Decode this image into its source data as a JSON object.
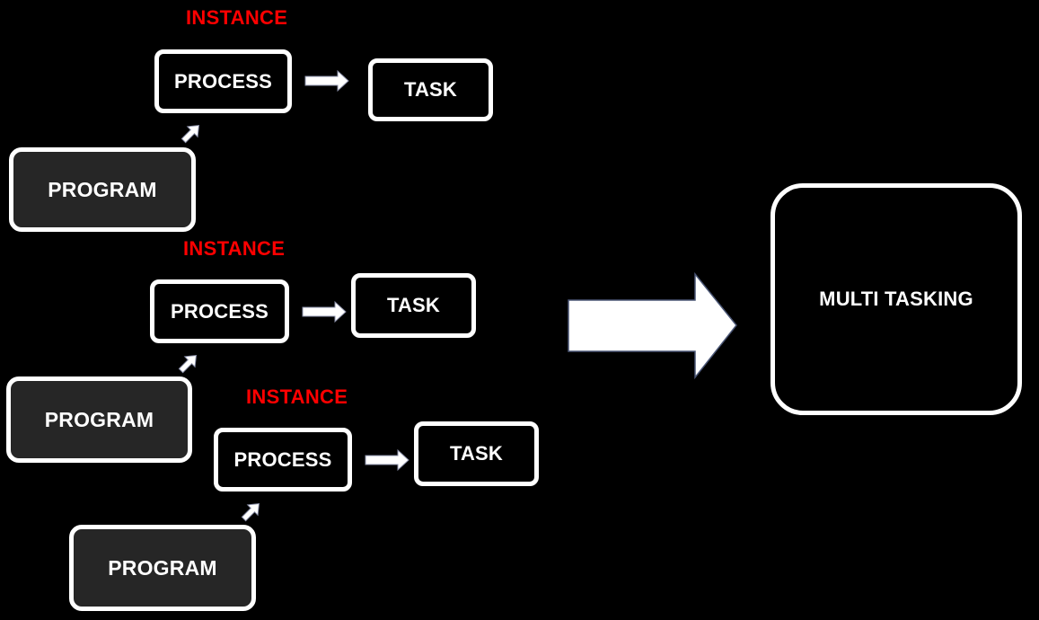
{
  "colors": {
    "background": "#000000",
    "box_border": "#ffffff",
    "program_fill": "#262626",
    "instance_text": "#ff0000",
    "arrow_fill": "#ffffff"
  },
  "groups": [
    {
      "instance_label": "INSTANCE",
      "program_label": "PROGRAM",
      "process_label": "PROCESS",
      "task_label": "TASK"
    },
    {
      "instance_label": "INSTANCE",
      "program_label": "PROGRAM",
      "process_label": "PROCESS",
      "task_label": "TASK"
    },
    {
      "instance_label": "INSTANCE",
      "program_label": "PROGRAM",
      "process_label": "PROCESS",
      "task_label": "TASK"
    }
  ],
  "result": {
    "label": "MULTI TASKING"
  }
}
